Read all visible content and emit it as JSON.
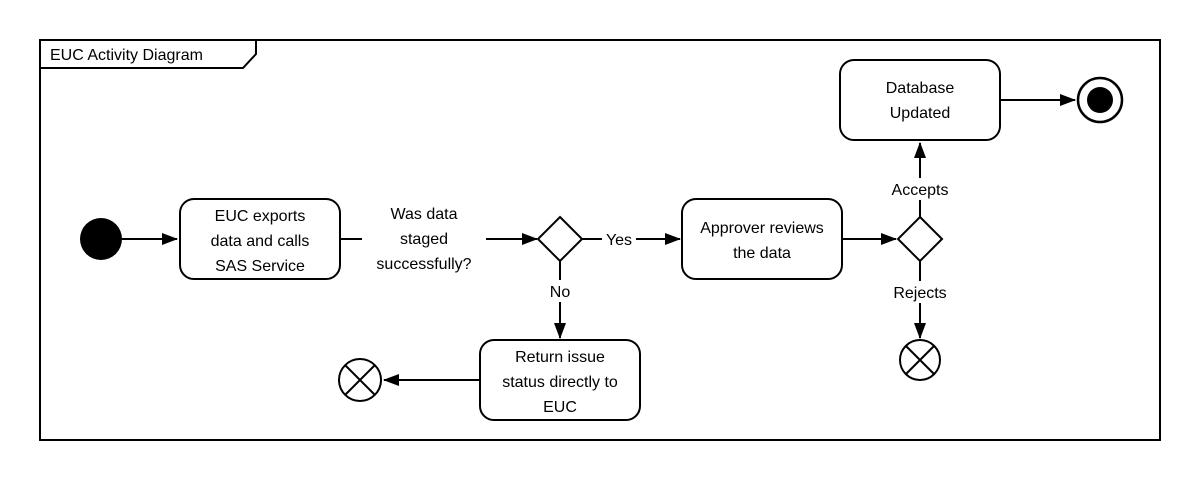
{
  "frame": {
    "title": "EUC Activity Diagram"
  },
  "nodes": {
    "euc_exports": {
      "lines": [
        "EUC exports",
        "data and calls",
        "SAS Service"
      ]
    },
    "approver_reviews": {
      "lines": [
        "Approver reviews",
        "the data"
      ]
    },
    "database_updated": {
      "lines": [
        "Database",
        "Updated"
      ]
    },
    "return_issue": {
      "lines": [
        "Return issue",
        "status directly to",
        "EUC"
      ]
    }
  },
  "edge_labels": {
    "staged_question": [
      "Was data",
      "staged",
      "successfully?"
    ],
    "yes": "Yes",
    "no": "No",
    "accepts": "Accepts",
    "rejects": "Rejects"
  },
  "colors": {
    "stroke": "#000000",
    "fill": "#ffffff",
    "text": "#000000"
  }
}
